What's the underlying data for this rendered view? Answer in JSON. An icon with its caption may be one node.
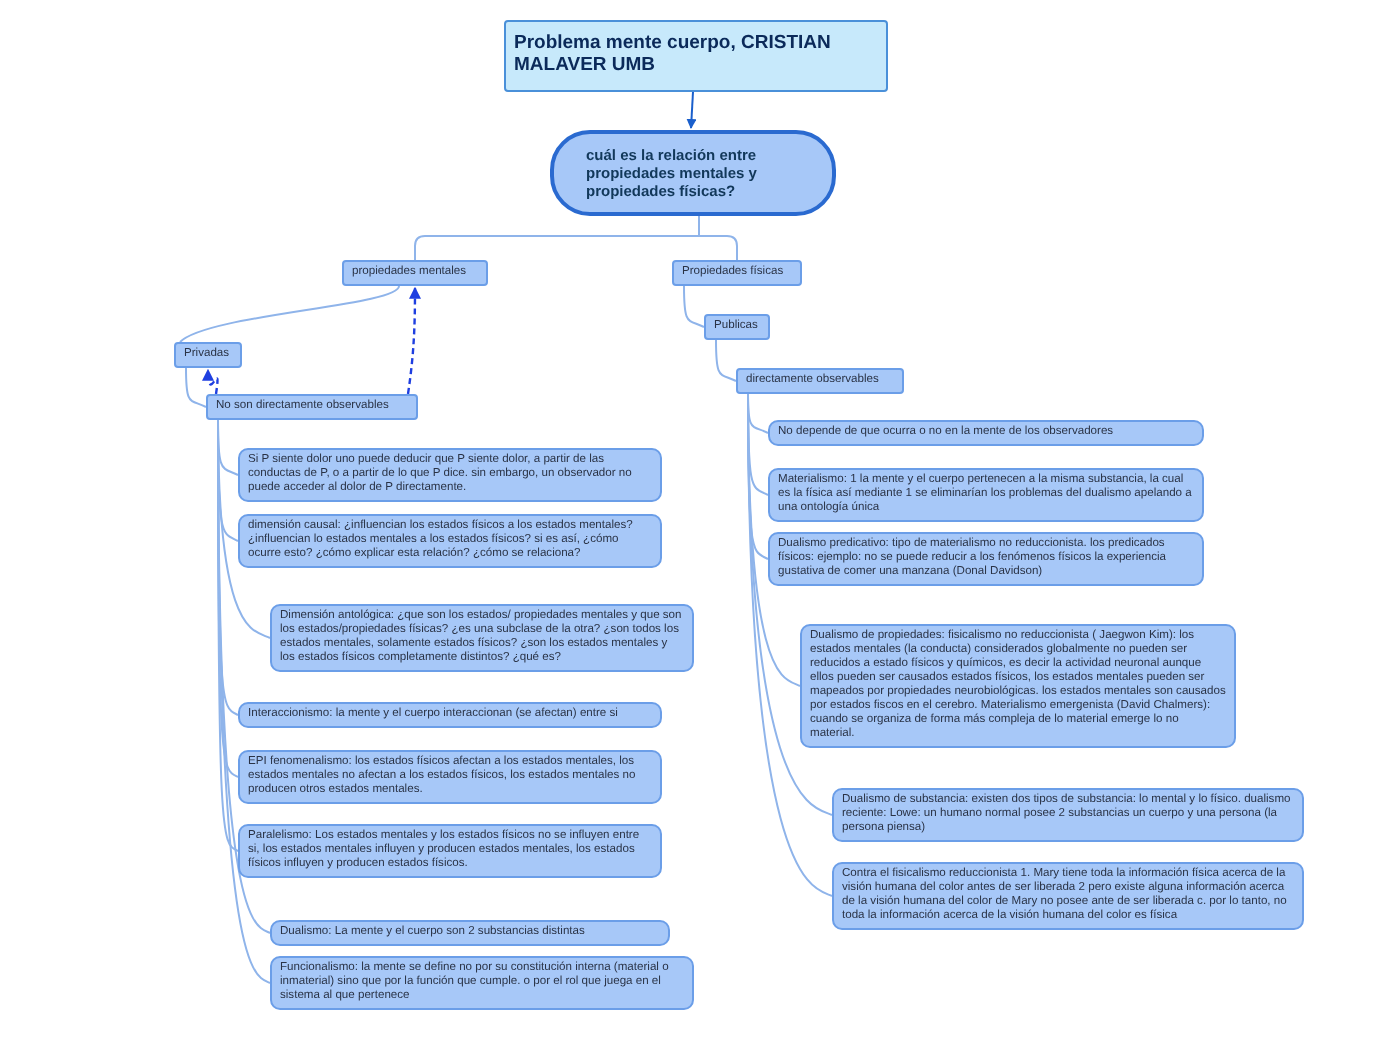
{
  "diagram": {
    "nodes": [
      {
        "text": [
          "Problema mente cuerpo, CRISTIAN MALAVER UMB"
        ]
      },
      {
        "text": [
          "cuál es la relación entre propiedades mentales y propiedades físicas?"
        ]
      },
      {
        "text": [
          "propiedades mentales"
        ]
      },
      {
        "text": [
          "Propiedades físicas"
        ]
      },
      {
        "text": [
          "Publicas"
        ]
      },
      {
        "text": [
          "Privadas"
        ]
      },
      {
        "text": [
          "No son directamente observables"
        ]
      },
      {
        "text": [
          "directamente observables"
        ]
      },
      {
        "text": [
          "Si P siente dolor uno puede deducir que P siente dolor, a partir de las conductas de P, o a partir de lo que P dice. sin embargo, un observador no puede acceder al dolor de P directamente."
        ]
      },
      {
        "text": [
          "dimensión causal: ¿influencian los estados físicos a los estados mentales? ¿influencian lo estados mentales a los estados físicos? si es así, ¿cómo ocurre esto? ¿cómo explicar esta relación? ¿cómo se relaciona?"
        ]
      },
      {
        "text": [
          "Dimensión antológica: ¿que son los estados/ propiedades mentales y que son los estados/propiedades físicas? ¿es una subclase de la otra? ¿son todos los estados mentales, solamente estados físicos? ¿son los estados mentales y los estados físicos completamente distintos? ¿qué es?"
        ]
      },
      {
        "text": [
          "Interaccionismo: la mente y el cuerpo interaccionan (se afectan) entre si"
        ]
      },
      {
        "text": [
          "EPI fenomenalismo: los estados físicos afectan a los estados mentales, los estados mentales no afectan a los estados físicos, los estados mentales no producen otros estados mentales."
        ]
      },
      {
        "text": [
          "Paralelismo: Los estados mentales y los estados físicos no se influyen entre si, los estados mentales influyen y producen estados mentales, los estados físicos influyen y producen estados físicos."
        ]
      },
      {
        "text": [
          "Dualismo: La mente y el cuerpo son 2  substancias distintas"
        ]
      },
      {
        "text": [
          "Funcionalismo: la mente se define no por su constitución interna (material o inmaterial) sino que por la función que cumple. o por el rol que juega en el sistema al que pertenece"
        ]
      },
      {
        "text": [
          "No depende de que ocurra o no en la mente de los observadores"
        ]
      },
      {
        "text": [
          "Materialismo: 1 la mente y el cuerpo pertenecen a la misma substancia, la cual es la física así mediante 1 se eliminarían los problemas del dualismo apelando a una ontología única"
        ]
      },
      {
        "text": [
          "Dualismo predicativo: tipo de materialismo no reduccionista. los predicados físicos: ejemplo: no se puede reducir a los fenómenos físicos la experiencia gustativa de comer una manzana (Donal Davidson)"
        ]
      },
      {
        "text": [
          "Dualismo de propiedades: fisicalismo no reduccionista ( Jaegwon Kim): los estados mentales (la conducta) considerados globalmente no pueden ser reducidos a estado físicos y químicos, es decir la actividad neuronal aunque ellos pueden ser causados estados físicos, los estados mentales pueden ser mapeados por propiedades neurobiológicas. los estados mentales son causados por estados fiscos en el cerebro. Materialismo emergenista (David Chalmers): cuando se organiza de forma más compleja de lo material emerge lo no material."
        ]
      },
      {
        "text": [
          "Dualismo de substancia: existen dos tipos de substancia: lo mental y lo físico. dualismo reciente: Lowe: un humano normal posee 2 substancias un cuerpo y una persona (la persona piensa)"
        ]
      },
      {
        "text": [
          "Contra el fisicalismo reduccionista 1. Mary tiene toda la información física acerca de la visión humana del color antes de ser liberada 2 pero existe alguna información acerca de la visión humana del color de Mary no posee ante de ser liberada c. por lo tanto, no toda la información acerca de la visión humana del color es física"
        ]
      }
    ],
    "edges": [
      {
        "from": 0,
        "to": 1,
        "arrow": "to",
        "color": "#1a5fcc"
      },
      {
        "from": 1,
        "to": 2,
        "arrow": "none"
      },
      {
        "from": 1,
        "to": 3,
        "arrow": "none"
      },
      {
        "from": 2,
        "to": 5,
        "arrow": "none"
      },
      {
        "from": 3,
        "to": 4,
        "arrow": "none"
      },
      {
        "from": 5,
        "to": 6,
        "arrow": "none"
      },
      {
        "from": 4,
        "to": 7,
        "arrow": "none"
      },
      {
        "from": 6,
        "to": 5,
        "arrow": "to",
        "style": "dashed",
        "color": "#1f3fe0"
      },
      {
        "from": 6,
        "to": 2,
        "arrow": "to",
        "style": "dashed",
        "color": "#1f3fe0"
      },
      {
        "from": 6,
        "to": 8,
        "arrow": "none"
      },
      {
        "from": 6,
        "to": 9,
        "arrow": "none"
      },
      {
        "from": 6,
        "to": 10,
        "arrow": "none"
      },
      {
        "from": 6,
        "to": 11,
        "arrow": "none"
      },
      {
        "from": 6,
        "to": 12,
        "arrow": "none"
      },
      {
        "from": 6,
        "to": 13,
        "arrow": "none"
      },
      {
        "from": 6,
        "to": 14,
        "arrow": "none"
      },
      {
        "from": 6,
        "to": 15,
        "arrow": "none"
      },
      {
        "from": 7,
        "to": 16,
        "arrow": "none"
      },
      {
        "from": 7,
        "to": 17,
        "arrow": "none"
      },
      {
        "from": 7,
        "to": 18,
        "arrow": "none"
      },
      {
        "from": 7,
        "to": 19,
        "arrow": "none"
      },
      {
        "from": 7,
        "to": 20,
        "arrow": "none"
      },
      {
        "from": 7,
        "to": 21,
        "arrow": "none"
      }
    ]
  }
}
